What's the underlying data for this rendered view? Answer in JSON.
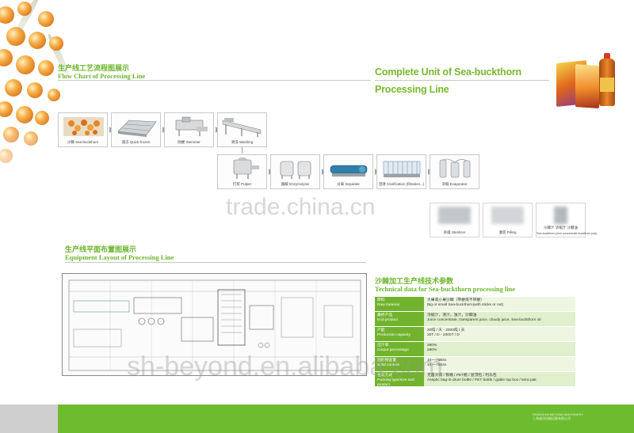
{
  "flow_chart": {
    "title_cn": "生产线工艺流程图展示",
    "title_en": "Flow Chart of Processing Line",
    "steps": [
      {
        "label": "沙棘 Sea-buckthorn",
        "icon": "berries-icon"
      },
      {
        "label": "速冻 Quick-frozen",
        "icon": "freezer-icon"
      },
      {
        "label": "除梗 Stemmer",
        "icon": "stemmer-icon"
      },
      {
        "label": "清洗 Washing",
        "icon": "washer-icon"
      },
      {
        "label": "打浆 Pulper",
        "icon": "pulper-icon"
      },
      {
        "label": "酶解 Enzymolysis",
        "icon": "tank-icon"
      },
      {
        "label": "分离 Separate",
        "icon": "decanter-icon"
      },
      {
        "label": "澄清 Clarification (filtration...)",
        "icon": "filter-icon"
      },
      {
        "label": "浓缩 Evaporator",
        "icon": "evaporator-icon"
      },
      {
        "label": "杀菌 Sterilizer",
        "icon": "sterilizer-icon"
      },
      {
        "label": "灌装 Filling",
        "icon": "filler-icon"
      },
      {
        "label": "沙棘汁 浓缩汁 沙棘油",
        "sublabel": "Sea-buckthorn juice concentrate buckthorn pulp"
      }
    ]
  },
  "product_title": {
    "line1": "Complete Unit of Sea-buckthorn",
    "line2": "Processing Line"
  },
  "layout": {
    "title_cn": "生产线平面布置图展示",
    "title_en": "Equipment Layout of Processing Line"
  },
  "tech_data": {
    "title_cn": "沙棘加工生产线技术参数",
    "title_en": "Technical data for Sea-buckthorn processing line",
    "rows": [
      {
        "key_cn": "原料",
        "key_en": "Raw material",
        "val_cn": "大果或小果沙棘（带梗或不带梗）",
        "val_en": "Big or small Sea-buckthorn(with sticks or not)"
      },
      {
        "key_cn": "最终产品",
        "key_en": "End product",
        "val_cn": "浓缩汁，清汁，浊汁，沙棘油",
        "val_en": "Juice concentrate, transparent juice, cloudy juice, Sea-buckthorn oil"
      },
      {
        "key_cn": "产能",
        "key_en": "Production capacity",
        "val_cn": "20吨 / 天 - 2000吨 / 天",
        "val_en": "20T / D - 2000T / D"
      },
      {
        "key_cn": "出汁率",
        "key_en": "Output percentage",
        "val_cn": "≥90%",
        "val_en": "≥90%"
      },
      {
        "key_cn": "固形物含量",
        "key_en": "Solid content",
        "val_cn": "10~~75Brix",
        "val_en": "10~~75Brix"
      },
      {
        "key_cn": "包装方式",
        "key_en": "Packing type/size and product",
        "val_cn": "无菌大袋 / 铁桶 / PET瓶 / 屋顶包 / 利乐包",
        "val_en": "Aseptic bag-in-drum bottle / PET bottle / gable top box / tetra pak"
      }
    ]
  },
  "watermarks": {
    "center": "trade.china.cn",
    "bottom": "sh-beyond.en.alibaba.com"
  },
  "footer": {
    "logo_line1": "SHANGHAI BEYOND MACHINERY",
    "logo_line2": "上海波洋机械设备有限公司"
  }
}
